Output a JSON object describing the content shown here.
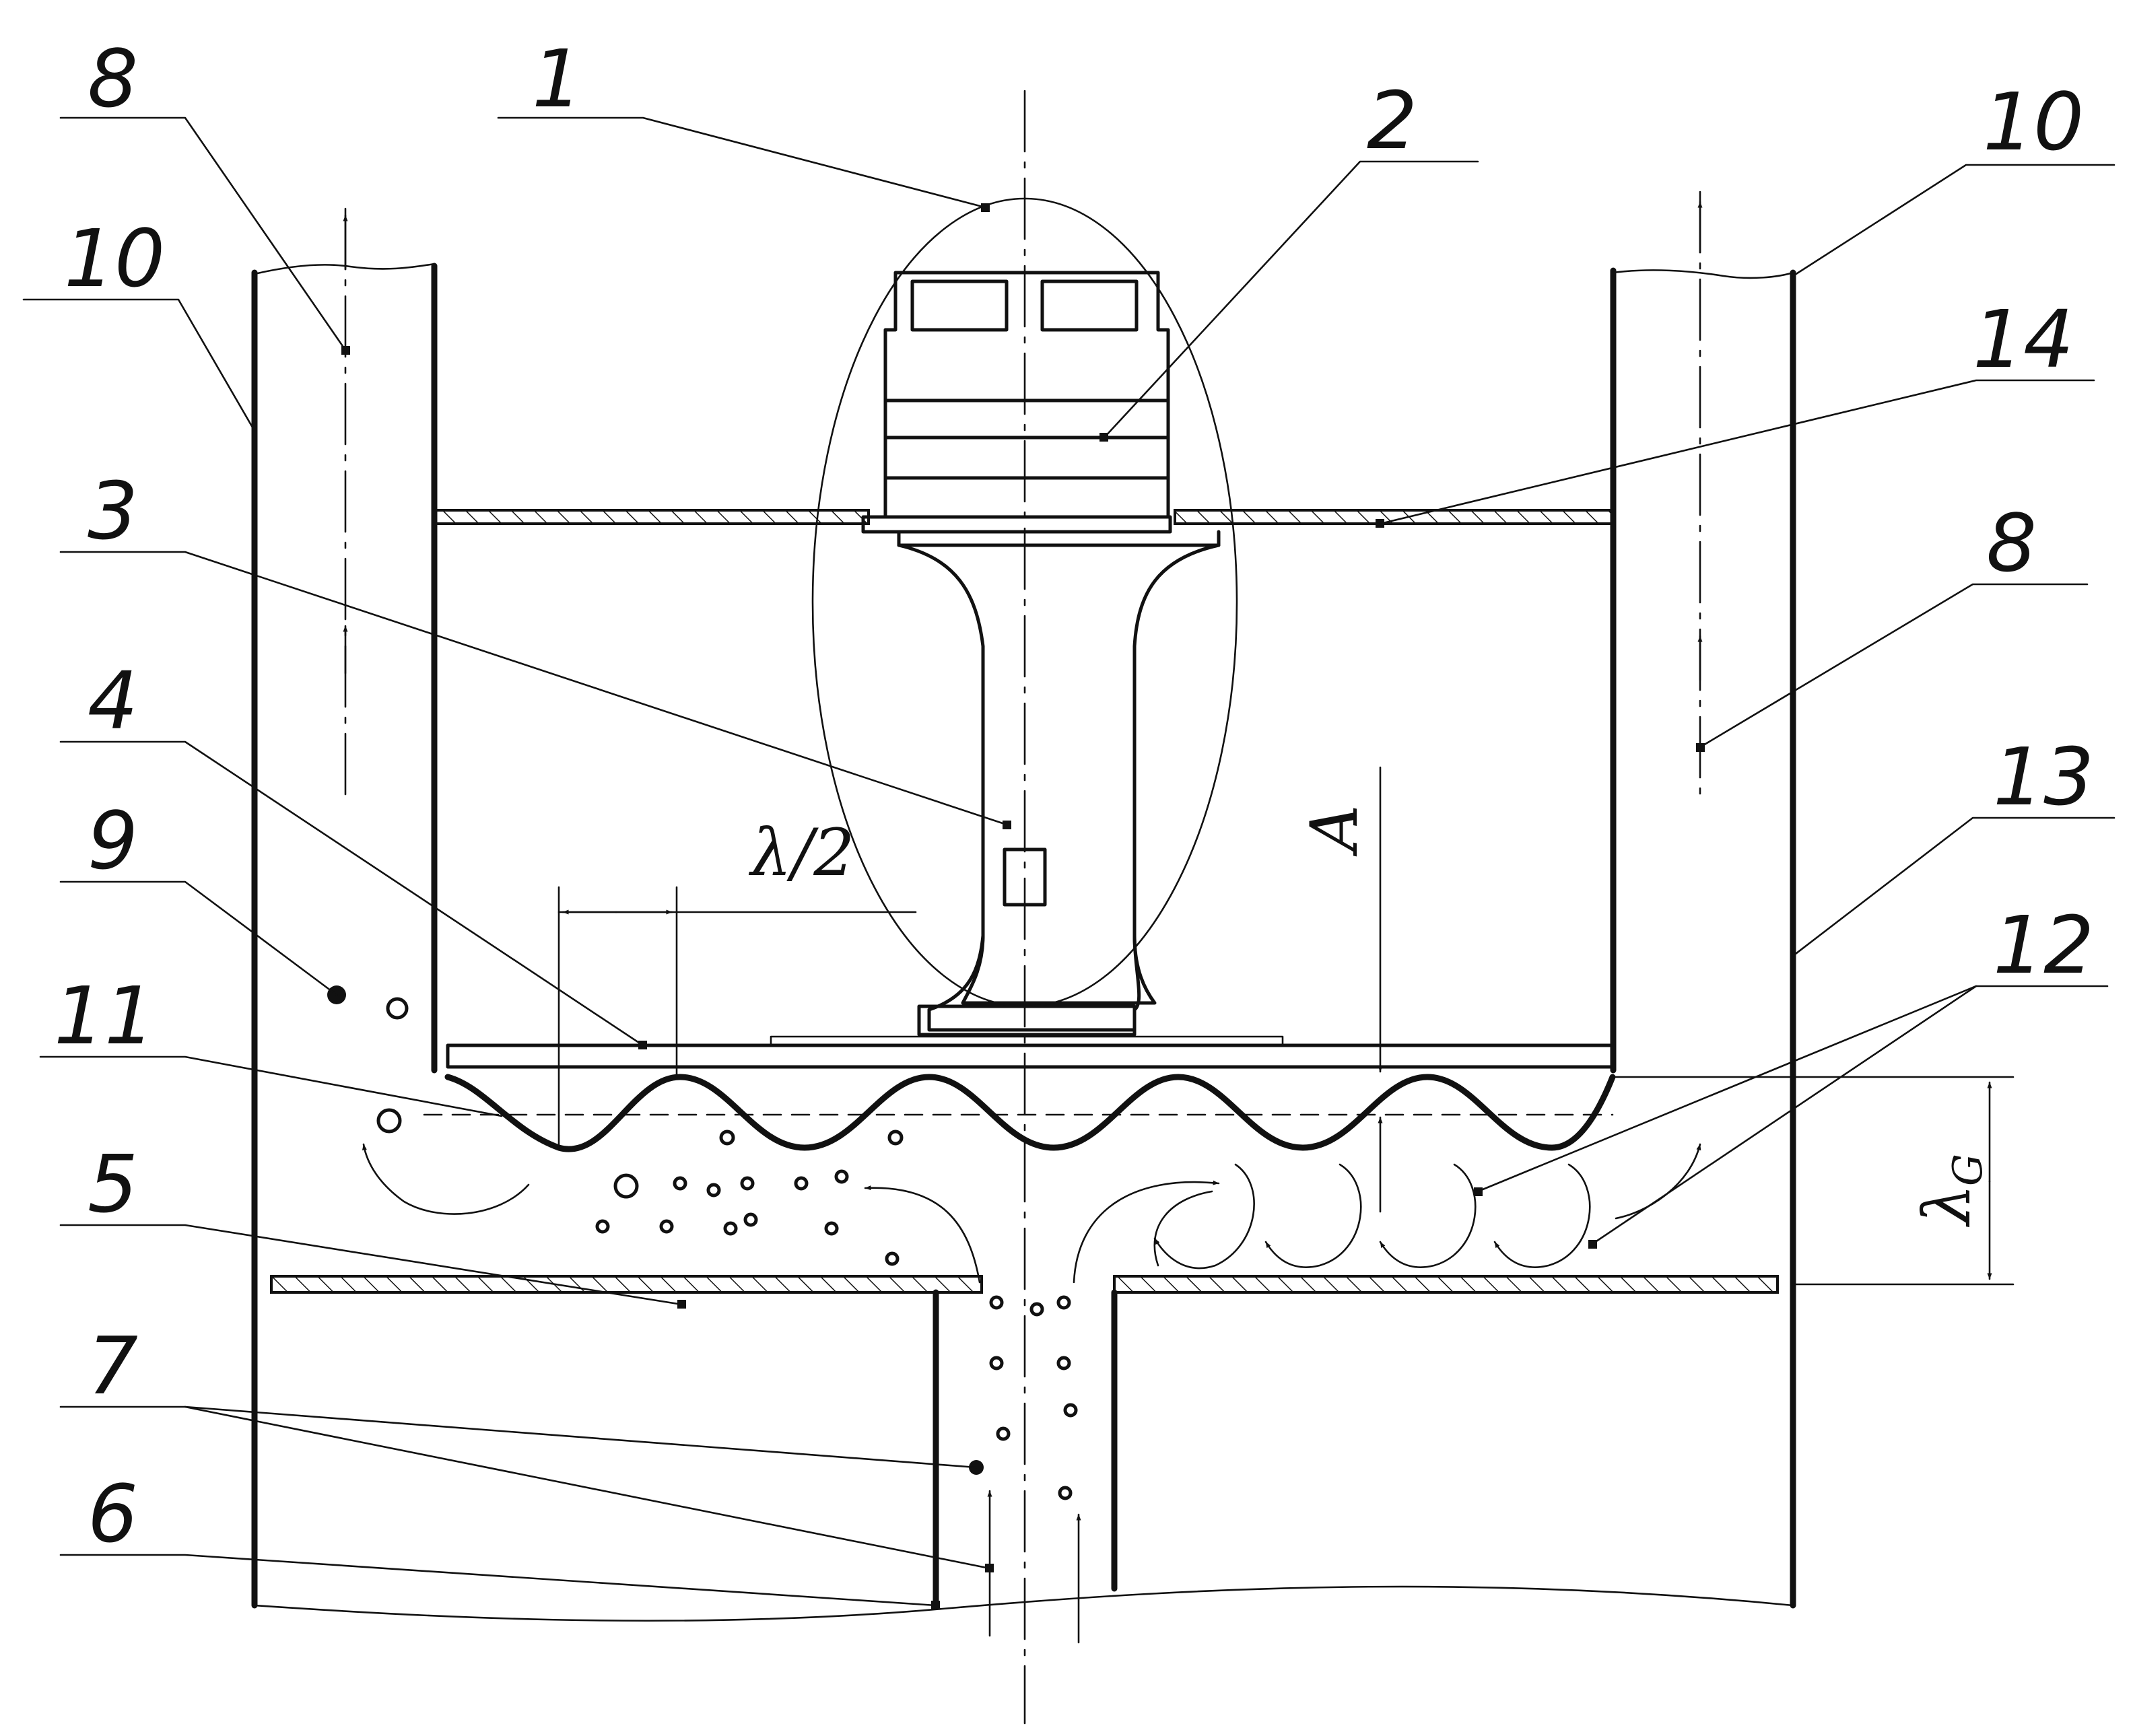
{
  "callouts": {
    "burner_1": "1",
    "block_2": "2",
    "stem_3": "3",
    "membrane_4": "4",
    "bottom_plate_5": "5",
    "pipe_6": "6",
    "particles_7": "7",
    "flow_8_left": "8",
    "flow_8_right": "8",
    "bubble_9": "9",
    "wall_10_left": "10",
    "wall_10_right": "10",
    "wave_11": "11",
    "vortex_12": "12",
    "wall_13": "13",
    "top_plate_14": "14"
  },
  "symbols": {
    "half_wavelength": "λ/2",
    "amplitude": "A",
    "gap_wavelength": "λ",
    "gap_subscript": "G"
  },
  "colors": {
    "ink": "#111111",
    "paper": "#ffffff"
  }
}
